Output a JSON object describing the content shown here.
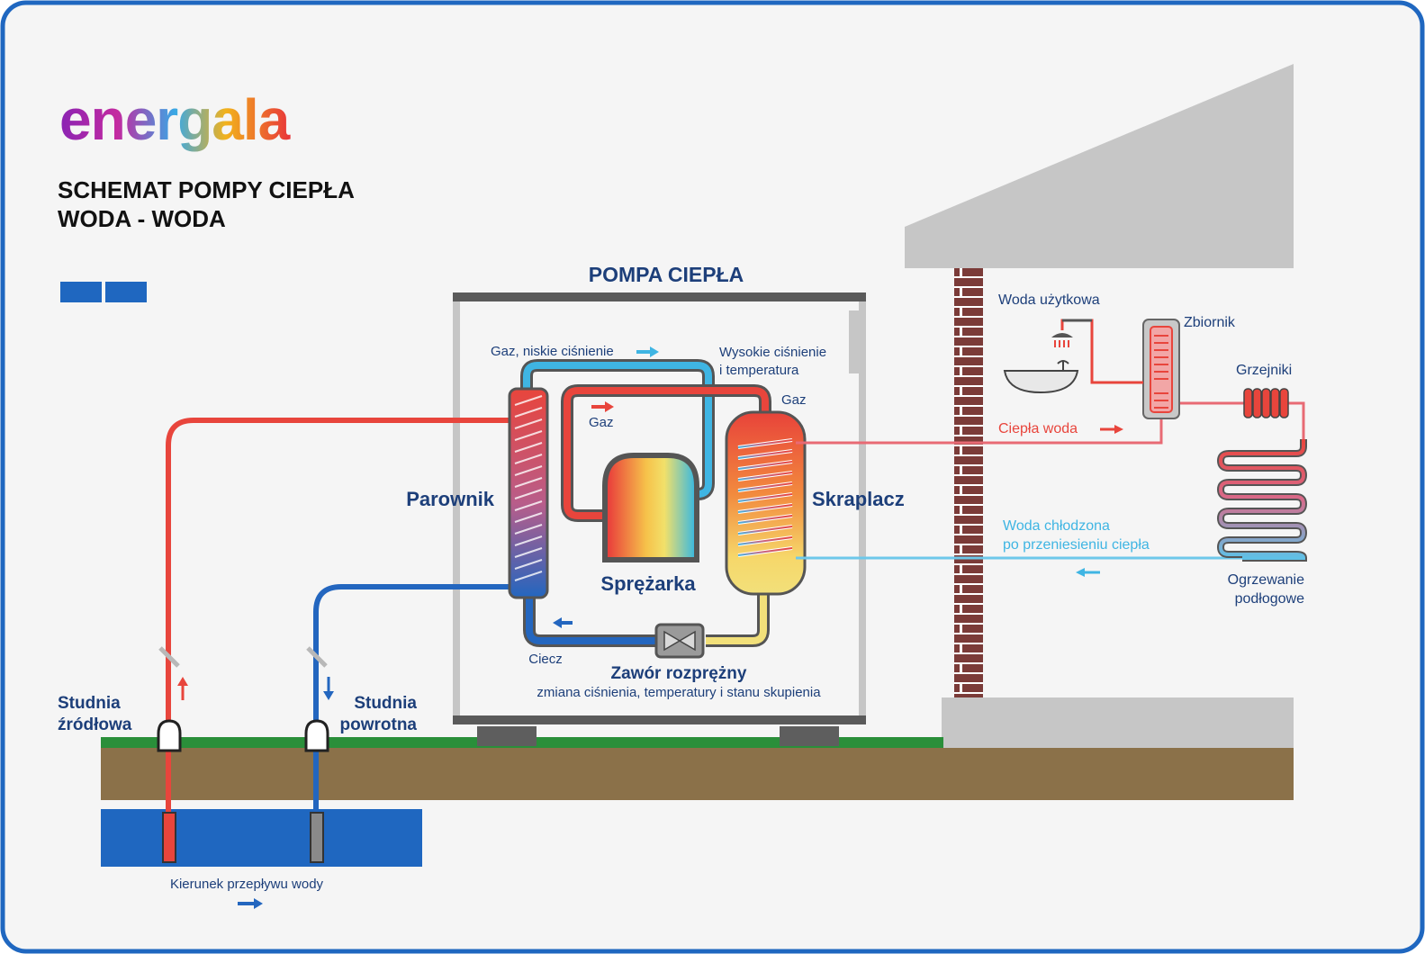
{
  "logo": {
    "text": "energala"
  },
  "title": {
    "line1": "SCHEMAT POMPY CIEPŁA",
    "line2": "WODA - WODA"
  },
  "pump": {
    "title": "POMPA CIEPŁA",
    "gas_low": "Gaz, niskie ciśnienie",
    "high_line1": "Wysokie ciśnienie",
    "high_line2": "i temperatura",
    "gas_top": "Gaz",
    "gas_inner": "Gaz",
    "evaporator": "Parownik",
    "condenser": "Skraplacz",
    "compressor": "Sprężarka",
    "liquid": "Ciecz",
    "valve_title": "Zawór rozprężny",
    "valve_sub": "zmiana ciśnienia, temperatury i stanu skupienia"
  },
  "house": {
    "hot_tap_water": "Woda użytkowa",
    "tank": "Zbiornik",
    "radiators": "Grzejniki",
    "warm_water": "Ciepła woda",
    "cooled_line1": "Woda chłodzona",
    "cooled_line2": "po przeniesieniu ciepła",
    "floor_line1": "Ogrzewanie",
    "floor_line2": "podłogowe"
  },
  "wells": {
    "source_line1": "Studnia",
    "source_line2": "źródłowa",
    "return_line1": "Studnia",
    "return_line2": "powrotna",
    "flow": "Kierunek przepływu wody"
  },
  "colors": {
    "frame": "#1f67c0",
    "navy": "#1d3f7a",
    "red": "#e8453c",
    "cyan": "#3fb5e3",
    "blue": "#2366bf",
    "grass": "#2a8f3a",
    "soil": "#8b7149",
    "brick": "#7b3b38",
    "gray": "#c6c6c6"
  }
}
